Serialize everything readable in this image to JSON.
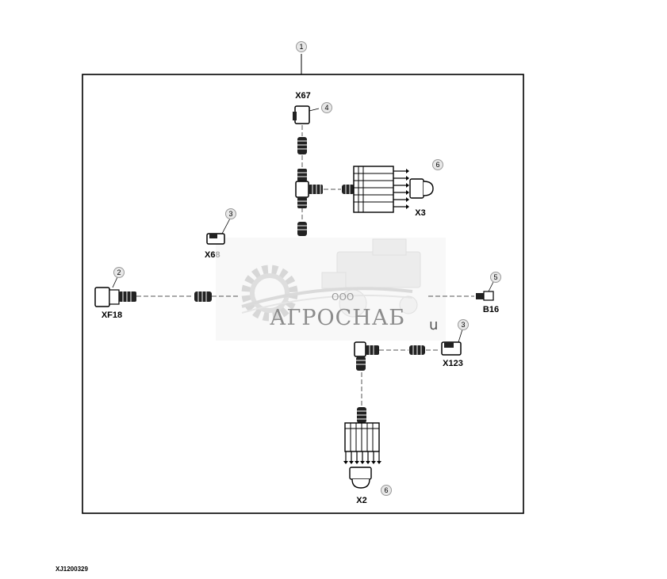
{
  "callouts": {
    "c1": "1",
    "c2": "2",
    "c3a": "3",
    "c3b": "3",
    "c4": "4",
    "c5": "5",
    "c6a": "6",
    "c6b": "6"
  },
  "connectors": {
    "x67": "X67",
    "x3": "X3",
    "x68": "X6",
    "x68_tail": "8",
    "xf18": "XF18",
    "b16": "B16",
    "x123": "X123",
    "x2": "X2"
  },
  "watermark": {
    "company": "ООО",
    "brand": "АГРОСНАБ",
    "suffix": "u"
  },
  "figure_ref": "XJ1200329"
}
